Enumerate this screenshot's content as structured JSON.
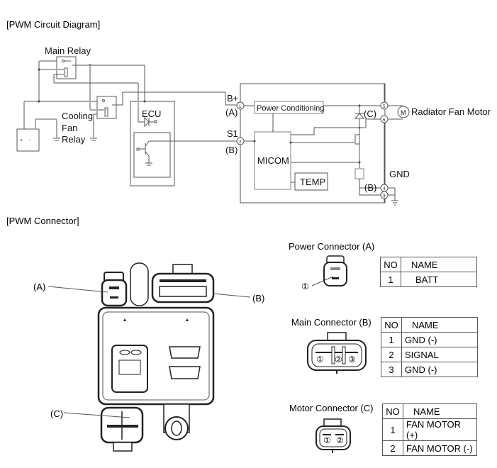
{
  "headings": {
    "circuit": "[PWM Circuit Diagram]",
    "connector": "[PWM Connector]"
  },
  "circuit": {
    "main_relay": "Main Relay",
    "cooling_fan_relay": [
      "Cooling",
      "Fan",
      "Relay"
    ],
    "ecu": "ECU",
    "b_plus": "B+",
    "a": "(A)",
    "s1": "S1",
    "b": "(B)",
    "power_conditioning": "Power Conditioning",
    "micom": "MICOM",
    "temp": "TEMP",
    "c": "(C)",
    "motor_symbol": "M",
    "radiator_fan_motor": "Radiator Fan Motor",
    "gnd": "GND",
    "b_gnd": "(B)",
    "battery_plus": "+",
    "battery_minus": "-",
    "pins": [
      "1",
      "2",
      "5",
      "6",
      "4",
      "3"
    ]
  },
  "photo_labels": {
    "a": "(A)",
    "b": "(B)",
    "c": "(C)"
  },
  "connectors": {
    "power": {
      "title": "Power Connector (A)",
      "pin_marker": "①",
      "headers": [
        "NO",
        "NAME"
      ],
      "rows": [
        {
          "no": "1",
          "name": "BATT"
        }
      ]
    },
    "main": {
      "title": "Main Connector (B)",
      "pin_markers": [
        "①",
        "②",
        "③"
      ],
      "headers": [
        "NO",
        "NAME"
      ],
      "rows": [
        {
          "no": "1",
          "name": "GND (-)"
        },
        {
          "no": "2",
          "name": "SIGNAL"
        },
        {
          "no": "3",
          "name": "GND (-)"
        }
      ]
    },
    "motor": {
      "title": "Motor Connector (C)",
      "pin_markers": [
        "①",
        "②"
      ],
      "headers": [
        "NO",
        "NAME"
      ],
      "rows": [
        {
          "no": "1",
          "name": "FAN MOTOR (+)"
        },
        {
          "no": "2",
          "name": "FAN MOTOR (-)"
        }
      ]
    }
  }
}
